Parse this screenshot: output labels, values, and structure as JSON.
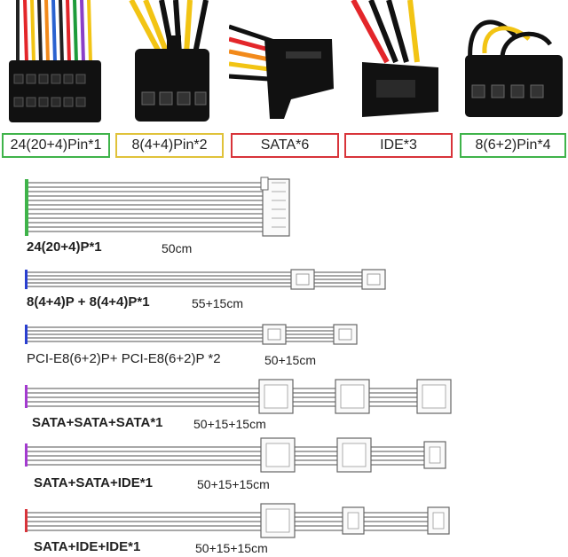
{
  "connectors": [
    {
      "label": "24(20+4)Pin*1",
      "border": "#3fb34a"
    },
    {
      "label": "8(4+4)Pin*2",
      "border": "#e0c23a"
    },
    {
      "label": "SATA*6",
      "border": "#d8343a"
    },
    {
      "label": "IDE*3",
      "border": "#d8343a"
    },
    {
      "label": "8(6+2)Pin*4",
      "border": "#3fb34a"
    }
  ],
  "cables": [
    {
      "title": "24(20+4)P*1",
      "length": "50cm"
    },
    {
      "title": "8(4+4)P + 8(4+4)P*1",
      "length": "55+15cm"
    },
    {
      "title": "PCI-E8(6+2)P+ PCI-E8(6+2)P *2",
      "length": "50+15cm"
    },
    {
      "title": "SATA+SATA+SATA*1",
      "length": "50+15+15cm"
    },
    {
      "title": "SATA+SATA+IDE*1",
      "length": "50+15+15cm"
    },
    {
      "title": "SATA+IDE+IDE*1",
      "length": "50+15+15cm"
    }
  ],
  "colors": {
    "cable_gray": "#9a9a9a",
    "cable_dark": "#6f6f6f",
    "connector_white": "#f7f7f7",
    "connector_black": "#111111",
    "wire_yellow": "#f2c414",
    "wire_red": "#e3262a",
    "wire_orange": "#f28a1b"
  }
}
